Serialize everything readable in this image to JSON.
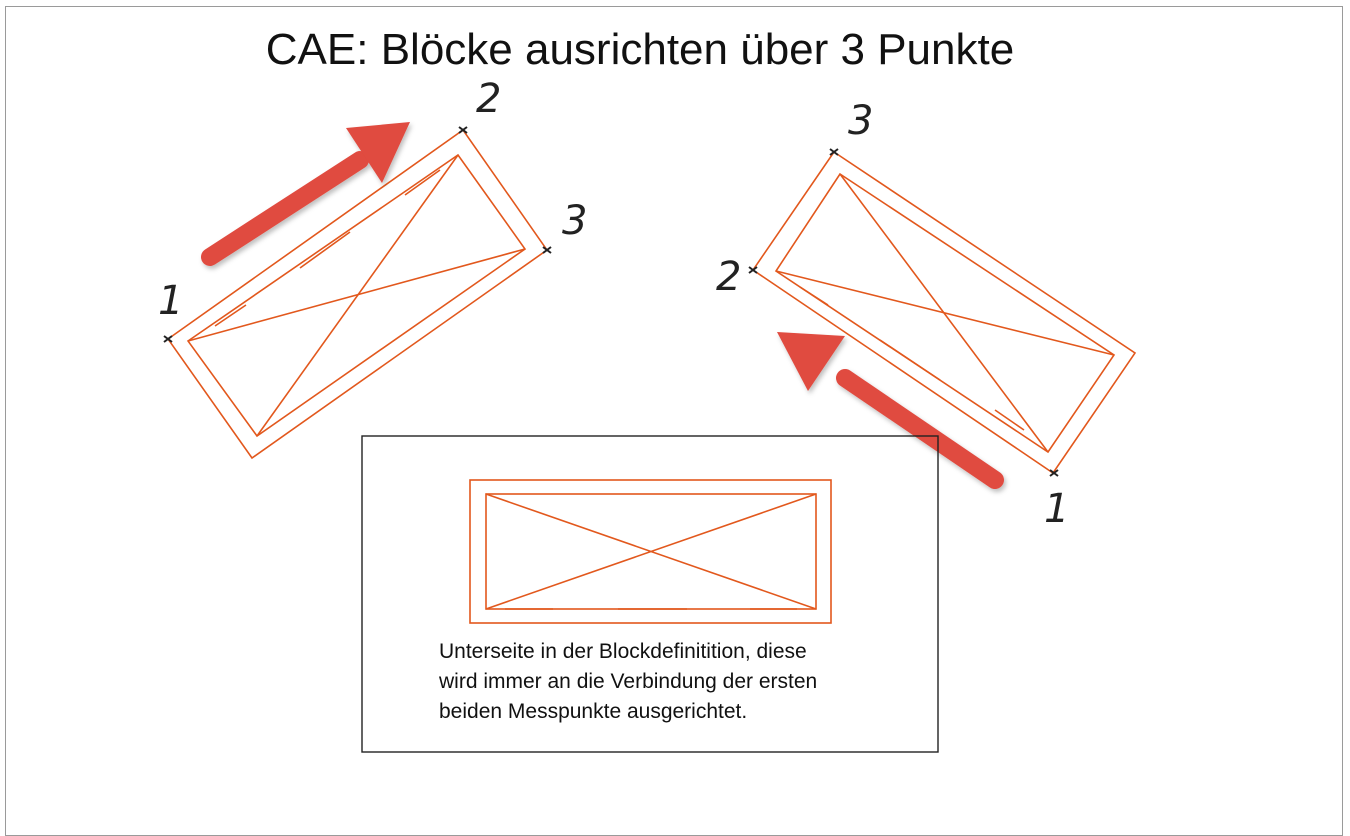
{
  "title": "CAE: Blöcke ausrichten über 3 Punkte",
  "caption_lines": [
    "Unterseite in der Blockdefinitition, diese",
    "wird immer an die Verbindung der ersten",
    "beiden Messpunkte ausgerichtet."
  ],
  "left_block": {
    "p1": "1",
    "p2": "2",
    "p3": "3"
  },
  "right_block": {
    "p1": "1",
    "p2": "2",
    "p3": "3"
  },
  "colors": {
    "block": "#e2581d",
    "arrow": "#e04b3f",
    "text": "#111111",
    "frame": "#9a9a9a"
  }
}
